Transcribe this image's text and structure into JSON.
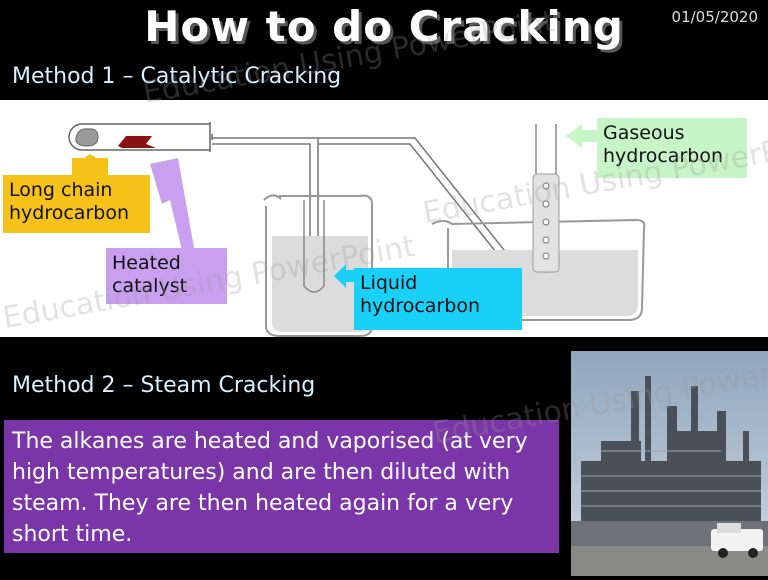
{
  "slide": {
    "title": "How to do Cracking",
    "date": "01/05/2020",
    "method1_heading": "Method 1 – Catalytic Cracking",
    "method2_heading": "Method 2 – Steam Cracking",
    "labels": {
      "long_chain": "Long chain hydrocarbon",
      "heated_catalyst": "Heated catalyst",
      "liquid": "Liquid hydrocarbon",
      "gaseous": "Gaseous hydrocarbon"
    },
    "steam_text": "The alkanes are heated and vaporised (at very high temperatures) and are then diluted with steam.  They are then heated again for a very short time.",
    "watermark": "Education Using PowerPoint"
  },
  "colors": {
    "long_chain_label": "#f6c21a",
    "heated_catalyst_label": "#c9a0f0",
    "liquid_label": "#19d0f8",
    "gaseous_label": "#c8f5c8",
    "steam_box": "#7a36a8"
  }
}
